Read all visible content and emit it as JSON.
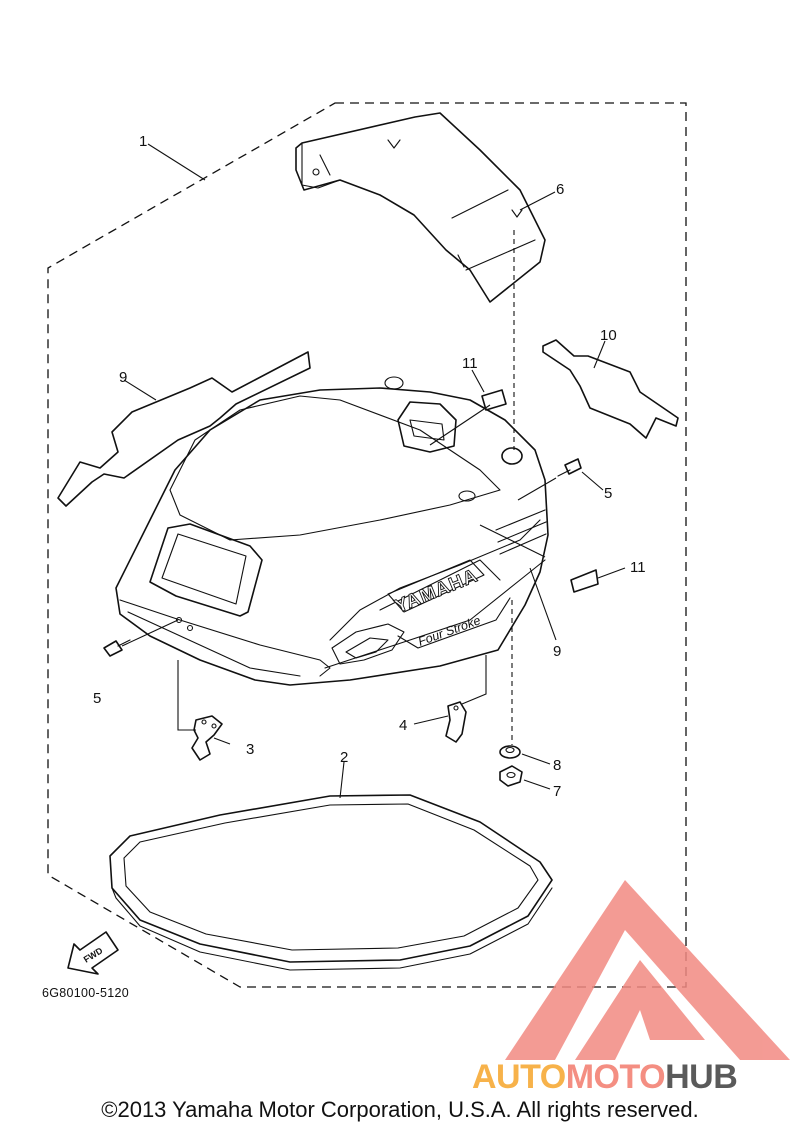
{
  "diagram": {
    "part_code": "6G80100-5120",
    "fwd_label": "FWD",
    "brand_text": "YAMAHA",
    "engine_text": "Four Stroke",
    "callouts": [
      "1",
      "2",
      "3",
      "4",
      "5",
      "5",
      "6",
      "7",
      "8",
      "9",
      "9",
      "10",
      "11",
      "11"
    ]
  },
  "watermark": {
    "logo_words": [
      "AUTO",
      "MOTO",
      "HUB"
    ],
    "colors": {
      "auto": "#f7b24a",
      "moto": "#f48e82",
      "hub": "#5a5a5a",
      "triangle": "#f28a82"
    }
  },
  "footer": {
    "copyright": "©2013 Yamaha Motor Corporation, U.S.A. All rights reserved."
  }
}
